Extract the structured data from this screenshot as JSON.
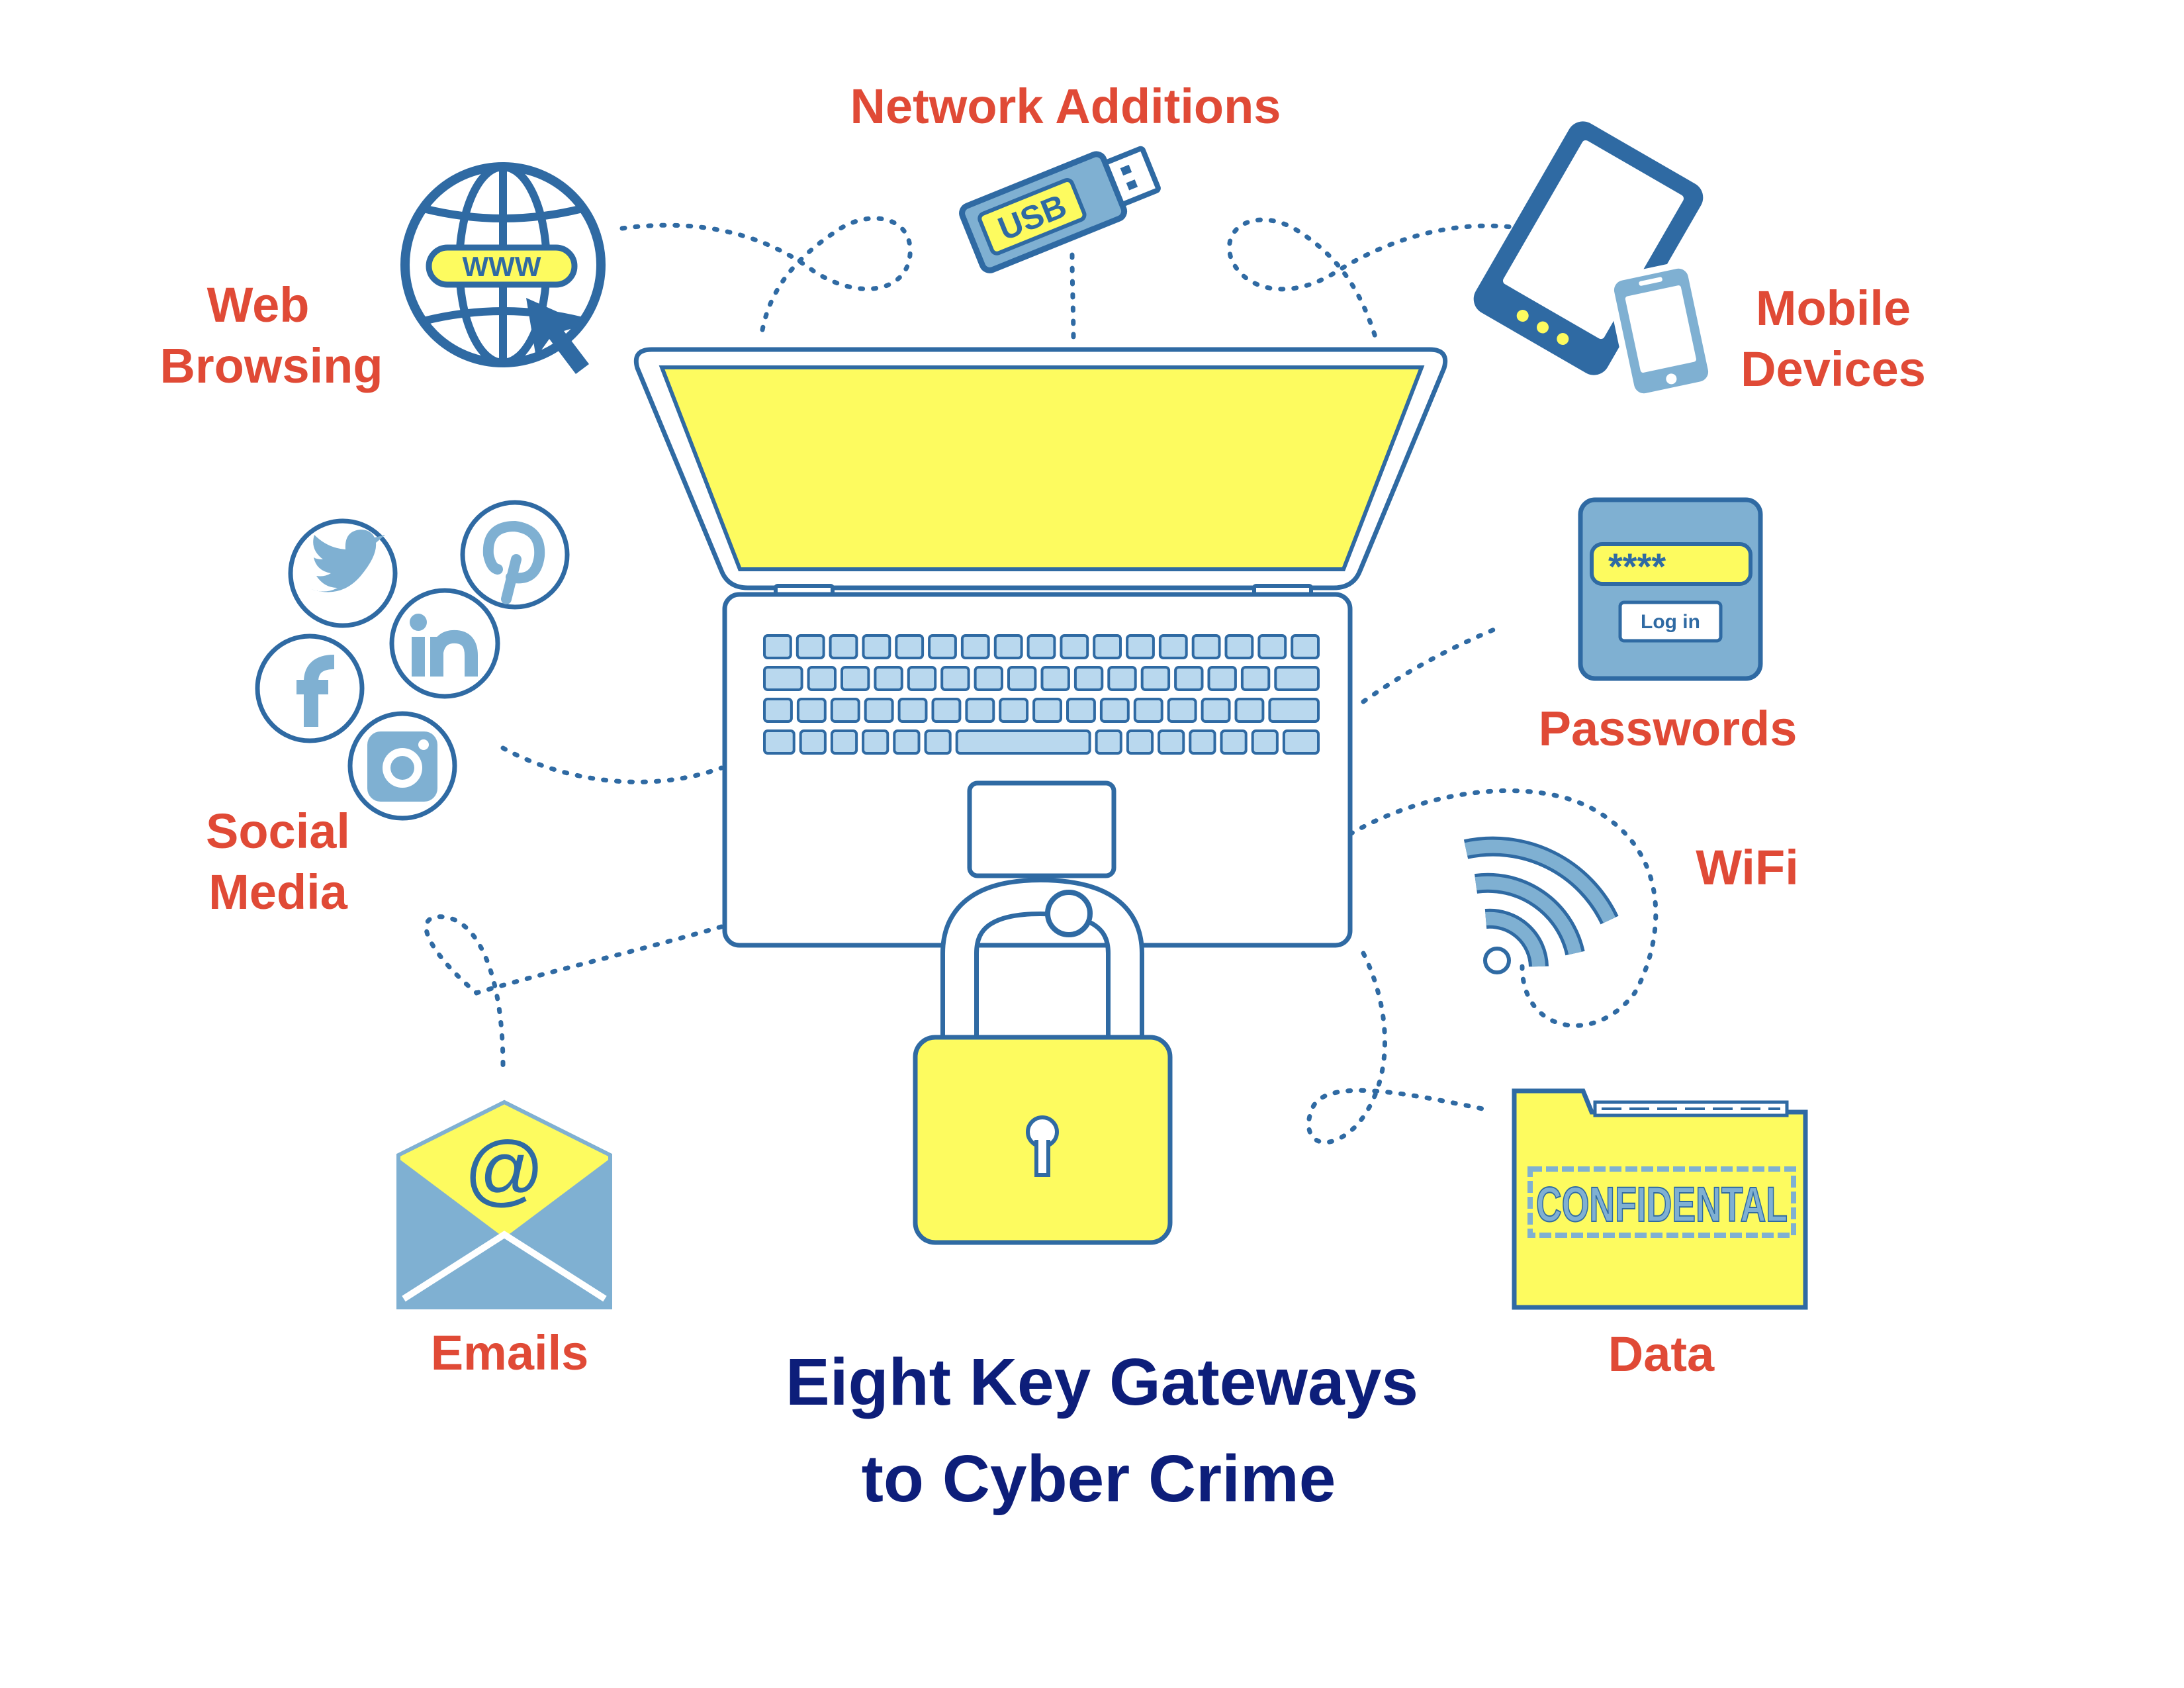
{
  "title": {
    "line1": "Eight Key Gateways",
    "line2": "to Cyber Crime"
  },
  "gateways": {
    "network_additions": "Network Additions",
    "web_browsing": {
      "line1": "Web",
      "line2": "Browsing"
    },
    "mobile_devices": {
      "line1": "Mobile",
      "line2": "Devices"
    },
    "social_media": {
      "line1": "Social",
      "line2": "Media"
    },
    "passwords": "Passwords",
    "wifi": "WiFi",
    "emails": "Emails",
    "data": "Data"
  },
  "icon_text": {
    "www": "WWW",
    "usb": "USB",
    "password_mask": "****",
    "login_button": "Log in",
    "at_sign": "@",
    "confidential_stamp": "CONFIDENTAL"
  },
  "colors": {
    "label_red": "#e04a36",
    "title_navy": "#0d1e7a",
    "icon_blue": "#2f6aa3",
    "light_blue": "#7fb0d2",
    "yellow": "#fdfb5f"
  }
}
